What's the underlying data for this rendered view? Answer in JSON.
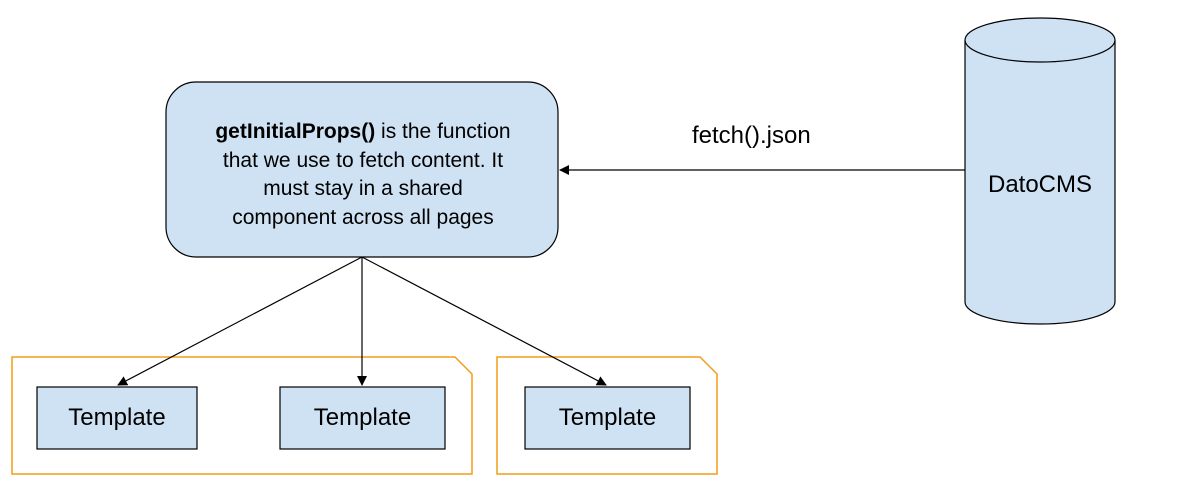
{
  "main_box": {
    "bold_text": "getInitialProps()",
    "text_line1_rest": " is the function",
    "text_line2": "that we use to fetch content. It",
    "text_line3": "must stay in a shared",
    "text_line4": "component across all pages"
  },
  "edge": {
    "label": "fetch().json"
  },
  "database": {
    "label": "DatoCMS"
  },
  "templates": [
    {
      "label": "Template"
    },
    {
      "label": "Template"
    },
    {
      "label": "Template"
    }
  ],
  "colors": {
    "box_fill": "#cfe2f3",
    "stroke": "#000000",
    "group_border": "#f29d18"
  }
}
